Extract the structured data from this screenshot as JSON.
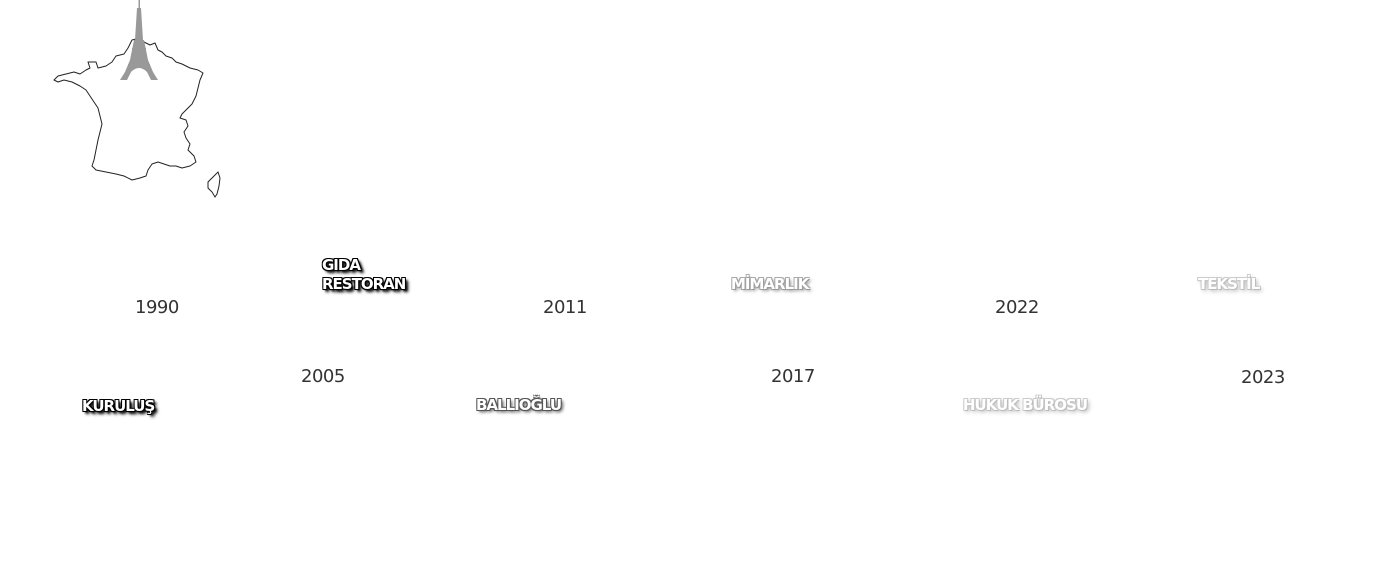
{
  "map": {
    "country": "France",
    "landmark": "Eiffel Tower",
    "outline_color": "#222222",
    "landmark_color": "#999999"
  },
  "timeline": {
    "top": [
      {
        "year": "1990",
        "label": ""
      },
      {
        "year": "",
        "label": "GIDA\nRESTORAN"
      },
      {
        "year": "2011",
        "label": ""
      },
      {
        "year": "",
        "label": "MİMARLIK"
      },
      {
        "year": "2022",
        "label": ""
      },
      {
        "year": "",
        "label": "TEKSTİL"
      }
    ],
    "bottom": [
      {
        "year": "",
        "label": "KURULUŞ"
      },
      {
        "year": "2005",
        "label": ""
      },
      {
        "year": "",
        "label": "BALLIOĞLU"
      },
      {
        "year": "2017",
        "label": ""
      },
      {
        "year": "",
        "label": "HUKUK BÜROSU"
      },
      {
        "year": "2023",
        "label": ""
      }
    ],
    "years": {
      "y1990": "1990",
      "y2005": "2005",
      "y2011": "2011",
      "y2017": "2017",
      "y2022": "2022",
      "y2023": "2023"
    },
    "labels": {
      "kurulus": "KURULUŞ",
      "gida_restoran": "GIDA\nRESTORAN",
      "ballioglu": "BALLIOĞLU",
      "mimarlik": "MİMARLIK",
      "hukuk_burosu": "HUKUK BÜROSU",
      "tekstil": "TEKSTİL"
    }
  }
}
